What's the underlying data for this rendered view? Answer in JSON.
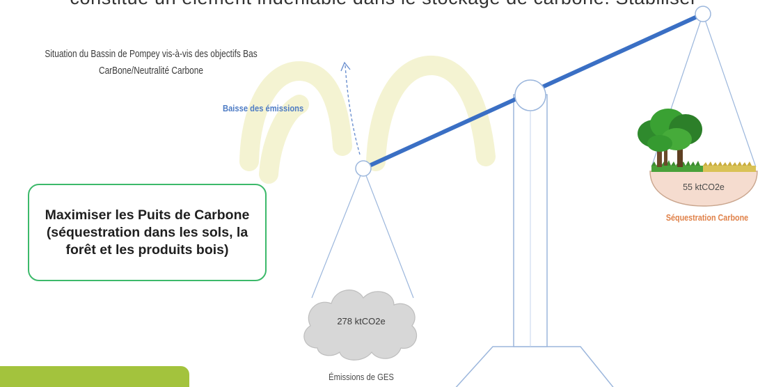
{
  "header": {
    "partial_line": "constitue un élément indéniable dans le stockage de carbone. Stabiliser"
  },
  "diagram": {
    "title_line1": "Situation du Bassin de Pompey vis-à-vis des objectifs Bas",
    "title_line2": "CarBone/Neutralité Carbone",
    "emissions_drop_label": "Baisse des émissions",
    "callout_text": "Maximiser les Puits de Carbone (séquestration dans les sols, la forêt et les produits bois)",
    "ghg_emissions": {
      "value": "278 ktCO2e",
      "label": "Émissions de GES"
    },
    "carbon_sequestration": {
      "value": "55 ktCO2e",
      "label": "Séquestration Carbone"
    }
  },
  "colors": {
    "beam": "#3a6fc4",
    "callout_border": "#3cb96a",
    "green_tab": "#a3c33d",
    "sequestration_label": "#e0824a",
    "emissions_drop": "#4e7cc4",
    "cloud": "#d7d7d7",
    "scale_outline": "#9bb6dc"
  },
  "icons": [
    "trees-icon",
    "cloud-icon",
    "dashed-arrow-icon"
  ]
}
